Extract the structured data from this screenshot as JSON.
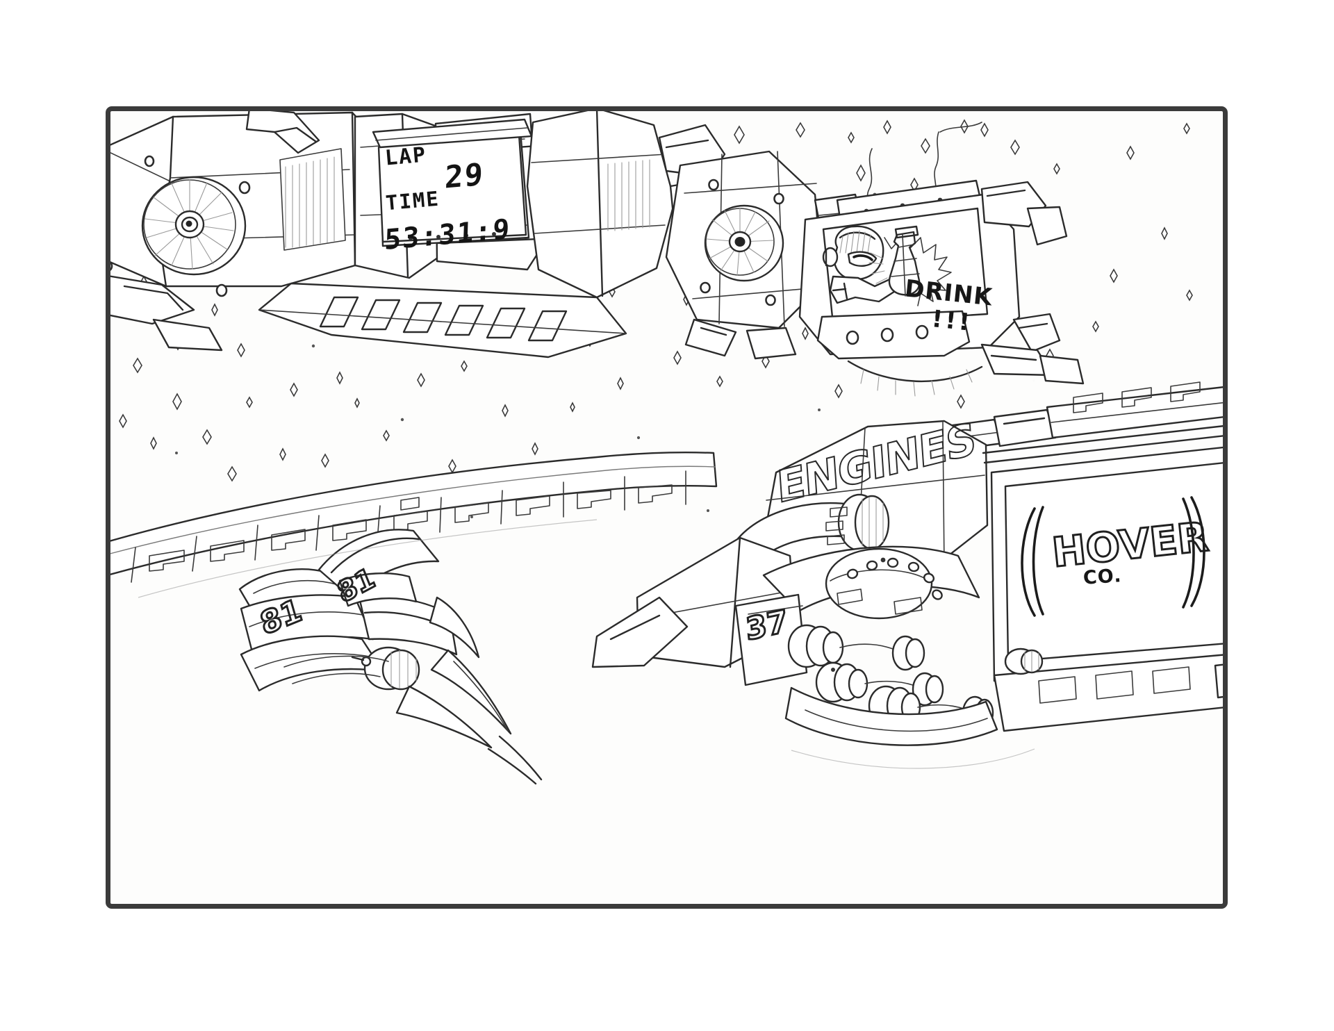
{
  "artwork": {
    "title": "Space Racing Station Pencil Sketch",
    "medium": "pencil-line-drawing",
    "background_color": "#ffffff",
    "ink_color": "#1d1d1d",
    "frame_color": "#3b3b3b"
  },
  "scoreboard": {
    "lap_label": "LAP",
    "lap_value": "29",
    "time_label": "TIME",
    "time_value": "53:31:9"
  },
  "billboard": {
    "headline": "DRINK",
    "exclaim": "!!!"
  },
  "hangar_sign": {
    "bracket_left": "(",
    "brand": "HOVER",
    "suffix": "CO.",
    "bracket_right": ")"
  },
  "hull_text": {
    "engines_label": "ENGINES"
  },
  "racers": [
    {
      "name": "small-fighter",
      "number_primary": "81",
      "number_secondary": "81"
    },
    {
      "name": "large-hauler",
      "number_primary": "37"
    }
  ],
  "elements": {
    "station_label": "orbital-station",
    "turbine_label": "turbine-fan",
    "track_label": "segmented-track-rail",
    "starfield_label": "diamond-star-field"
  }
}
